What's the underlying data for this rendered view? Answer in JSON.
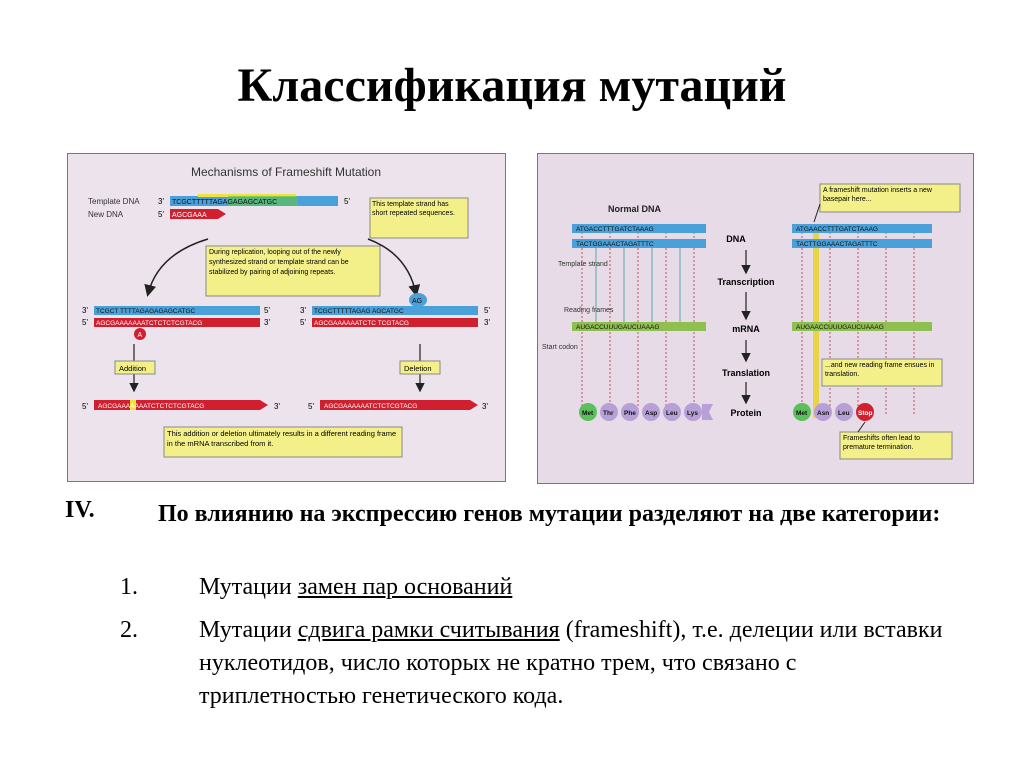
{
  "title": "Классификация мутаций",
  "fig_left": {
    "heading": "Mechanisms of Frameshift Mutation",
    "template_dna_label": "Template DNA",
    "new_dna_label": "New DNA",
    "prime3": "3'",
    "prime5": "5'",
    "seq_top": "TCGCTTTTTAGAGAGAGCATGC",
    "seq_new": "AGCGAAA",
    "callout_repeats": "This template strand has short repeated sequences.",
    "callout_loop": "During replication, looping out of the newly synthesized strand or template strand can be stabilized by pairing of adjoining repeats.",
    "seq_left_top": "TCGCT TTTTAGAGAGAGCATGC",
    "seq_left_bot": "AGCGAAAAAAATCTCTCTCGTACG",
    "seq_right_top": "TCGCTTTTTAGAG   AGCATGC",
    "seq_right_bot": "AGCGAAAAAATCTC  TCGTACG",
    "loop_A": "A",
    "loop_AG": "AG",
    "addition_label": "Addition",
    "deletion_label": "Deletion",
    "res_left": "AGCGAAAAAAATCTCTCTCGTACG",
    "res_right": "AGCGAAAAAATCTCTCGTACG",
    "callout_result": "This addition or deletion ultimately results in a different reading frame in the mRNA transcribed from it."
  },
  "fig_right": {
    "normal_dna": "Normal DNA",
    "template_strand": "Template strand",
    "reading_frames": "Reading frames",
    "start_codon": "Start codon",
    "seq_top": "ATGACCTTTGATCTAAAG",
    "seq_bot": "TACTGGAAACTAGATTTC",
    "mrna_seq": "AUGACCUUUGAUCUAAAG",
    "mut_top": "ATGAACCTTTGATCTAAAG",
    "mut_bot": "TACTTGGAAACTAGATTTC",
    "mut_mrna": "AUGAACCUUUGAUCUAAAG",
    "center_dna": "DNA",
    "transcription": "Transcription",
    "mrna": "mRNA",
    "translation": "Translation",
    "protein": "Protein",
    "callout_insert": "A frameshift mutation inserts a new basepair here...",
    "callout_frame": "...and new reading frame ensues in translation.",
    "callout_stop": "Frameshifts often lead to premature termination.",
    "aa_normal": [
      "Met",
      "Thr",
      "Phe",
      "Asp",
      "Leu",
      "Lys"
    ],
    "aa_mutant": [
      "Met",
      "Asn",
      "Leu",
      "Stop"
    ]
  },
  "main_point": {
    "num": "IV.",
    "text": "По влиянию на экспрессию генов мутации разделяют на две категории:"
  },
  "items": [
    {
      "num": "1.",
      "prefix": "Мутации ",
      "link": "замен пар оснований",
      "suffix": ""
    },
    {
      "num": "2.",
      "prefix": "Мутации ",
      "link": "сдвига рамки считывания",
      "suffix": " (frameshift), т.е. делеции или вставки нуклеотидов, число которых не кратно трем, что связано с триплетностью генетического кода."
    }
  ],
  "colors": {
    "dna_blue": "#4aa0d8",
    "dna_red": "#d02030",
    "mrna_green": "#8fbf50",
    "callout": "#f3f08a",
    "stop": "#d02030"
  }
}
